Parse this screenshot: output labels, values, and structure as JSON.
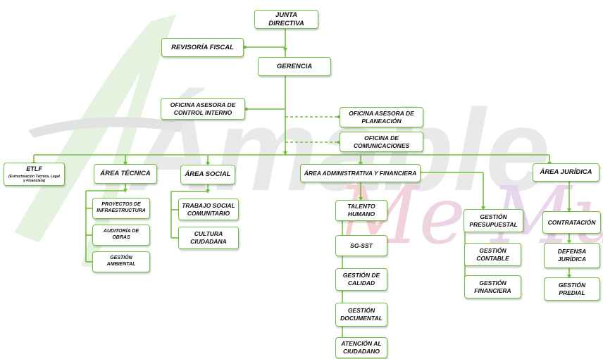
{
  "watermark": {
    "text": "Ámable",
    "script_text": "Me Mue"
  },
  "org": {
    "junta": "JUNTA DIRECTIVA",
    "revisoria": "REVISORÍA FISCAL",
    "gerencia": "GERENCIA",
    "control_interno": "OFICINA ASESORA DE\nCONTROL INTERNO",
    "planeacion": "OFICINA ASESORA DE\nPLANEACIÓN",
    "comunicaciones": "OFICINA DE\nCOMUNICACIONES",
    "etlf": {
      "title": "ETLF",
      "subtitle": "(Estructuración Técnica, Legal\ny Financiera)"
    },
    "area_tecnica": {
      "title": "ÁREA TÉCNICA",
      "items": [
        "PROYECTOS DE\nINFRAESTRUCTURA",
        "AUDITORÍA DE\nOBRAS",
        "GESTIÓN\nAMBIENTAL"
      ]
    },
    "area_social": {
      "title": "ÁREA SOCIAL",
      "items": [
        "TRABAJO SOCIAL\nCOMUNITARIO",
        "CULTURA\nCIUDADANA"
      ]
    },
    "area_admin": {
      "title": "ÁREA ADMINISTRATIVA Y FINANCIERA",
      "talento": [
        "TALENTO\nHUMANO",
        "SG-SST",
        "GESTIÓN DE\nCALIDAD",
        "GESTIÓN\nDOCUMENTAL",
        "ATENCIÓN AL\nCIUDADANO"
      ],
      "presupuestal": [
        "GESTIÓN\nPRESUPUESTAL",
        "GESTIÓN\nCONTABLE",
        "GESTIÓN\nFINANCIERA"
      ]
    },
    "area_juridica": {
      "title": "ÁREA JURÍDICA",
      "items": [
        "CONTRATACIÓN",
        "DEFENSA\nJURÍDICA",
        "GESTIÓN\nPREDIAL"
      ]
    }
  },
  "colors": {
    "line": "#6fbf3b",
    "border": "#6fbf3b",
    "text": "#111111",
    "watermark_green": "#dfeedd",
    "watermark_grey": "#e6e6e6"
  }
}
